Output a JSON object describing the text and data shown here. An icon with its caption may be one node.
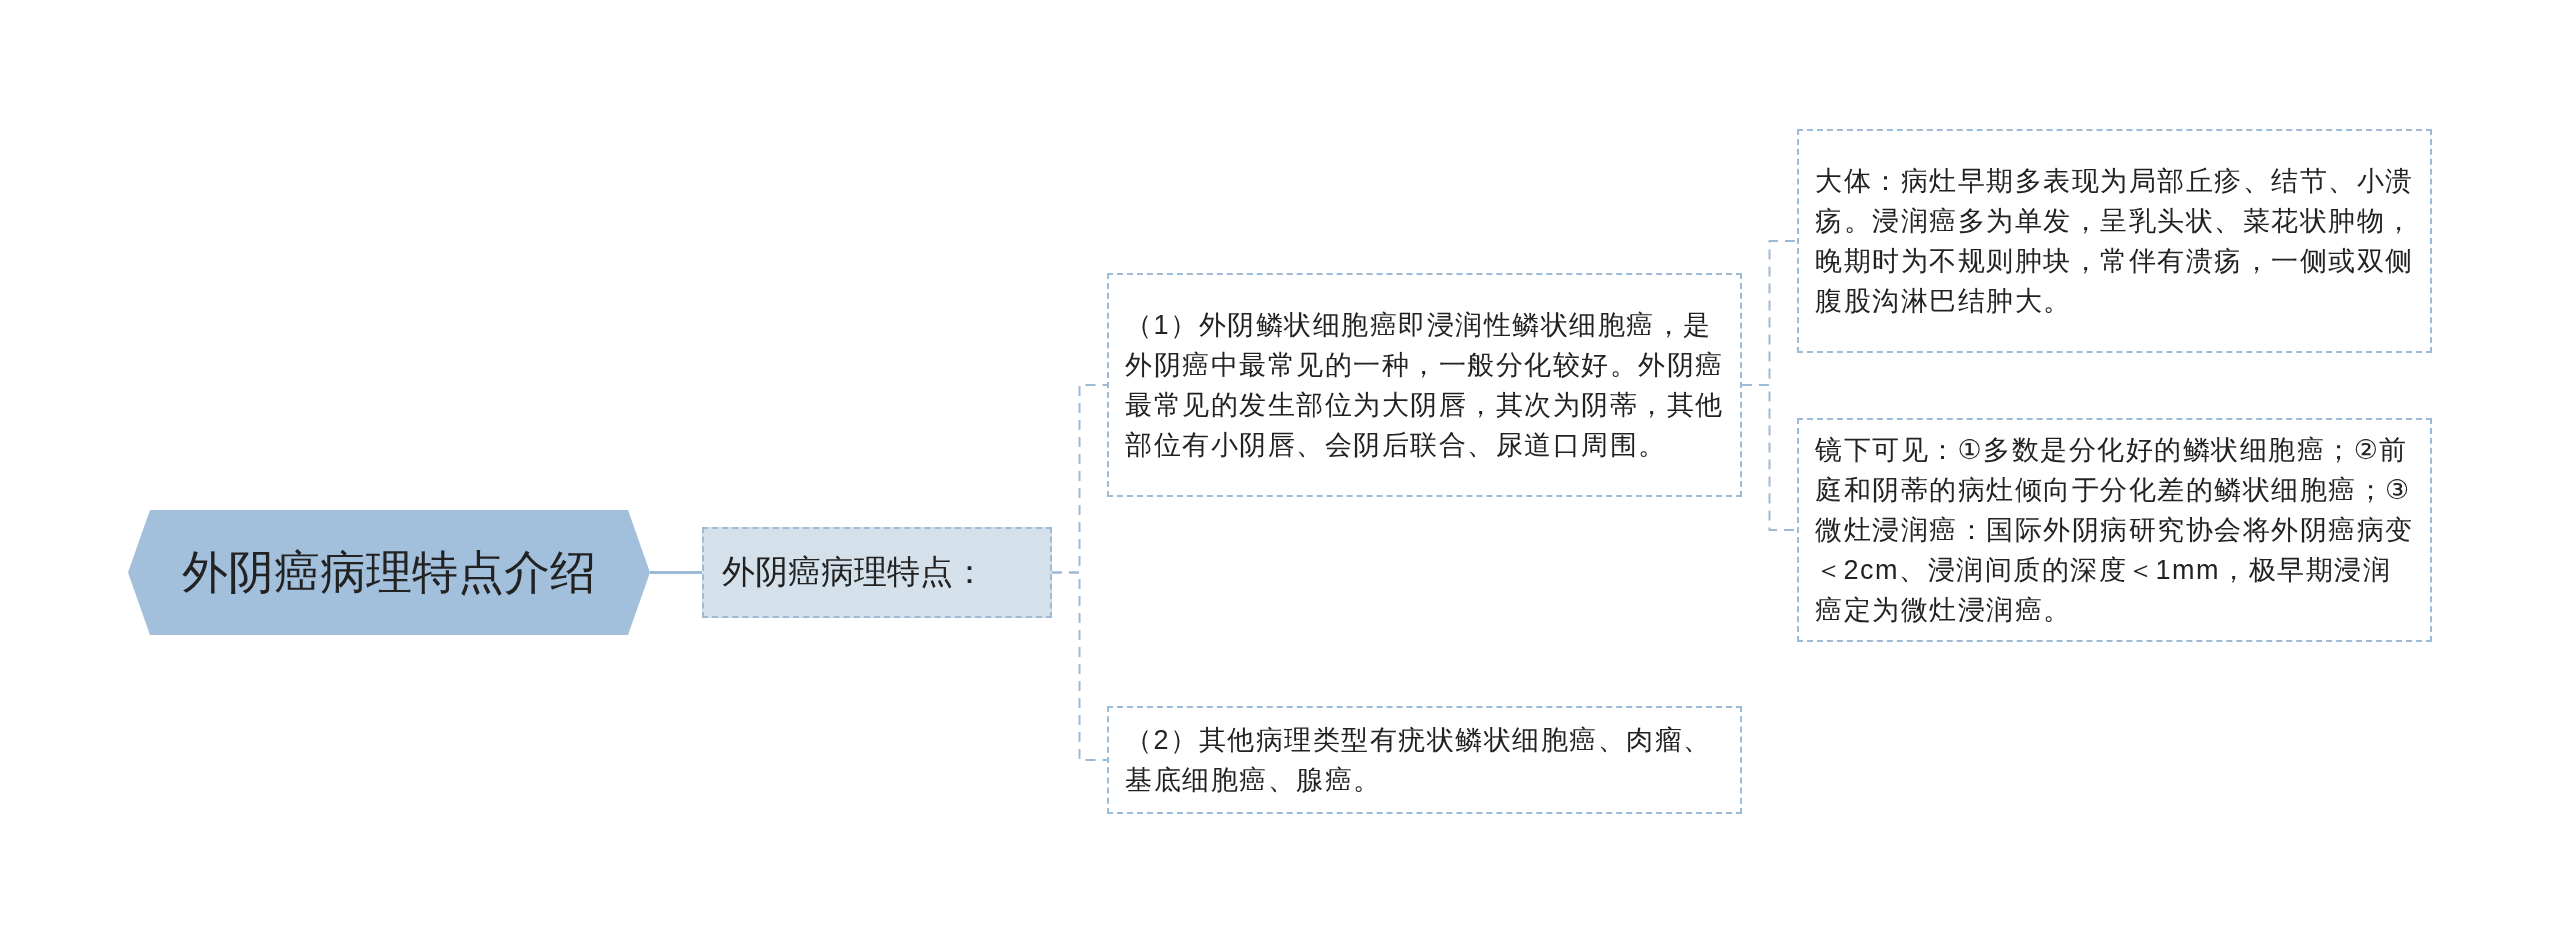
{
  "diagram": {
    "nodes": [
      {
        "text": [
          "外阴癌病理特点介绍"
        ]
      },
      {
        "text": [
          "外阴癌病理特点："
        ]
      },
      {
        "text": [
          "（1）外阴鳞状细胞癌即浸润性鳞状细胞癌，是外阴癌中最常见的一种，一般分化较好。外阴癌最常见的发生部位为大阴唇，其次为阴蒂，其他部位有小阴唇、会阴后联合、尿道口周围。"
        ]
      },
      {
        "text": [
          "（2）其他病理类型有疣状鳞状细胞癌、肉瘤、基底细胞癌、腺癌。"
        ]
      },
      {
        "text": [
          "大体：病灶早期多表现为局部丘疹、结节、小溃疡。浸润癌多为单发，呈乳头状、菜花状肿物，晚期时为不规则肿块，常伴有溃疡，一侧或双侧腹股沟淋巴结肿大。"
        ]
      },
      {
        "text": [
          "镜下可见：①多数是分化好的鳞状细胞癌；②前庭和阴蒂的病灶倾向于分化差的鳞状细胞癌；③微灶浸润癌：国际外阴病研究协会将外阴癌病变＜2cm、浸润间质的深度＜1mm，极早期浸润癌定为微灶浸润癌。"
        ]
      }
    ],
    "edges": [
      {
        "from": 0,
        "to": 1,
        "arrow": "none"
      },
      {
        "from": 1,
        "to": 2,
        "arrow": "none",
        "style": "dashed"
      },
      {
        "from": 1,
        "to": 3,
        "arrow": "none",
        "style": "dashed"
      },
      {
        "from": 2,
        "to": 4,
        "arrow": "none",
        "style": "dashed"
      },
      {
        "from": 2,
        "to": 5,
        "arrow": "none",
        "style": "dashed"
      }
    ]
  }
}
